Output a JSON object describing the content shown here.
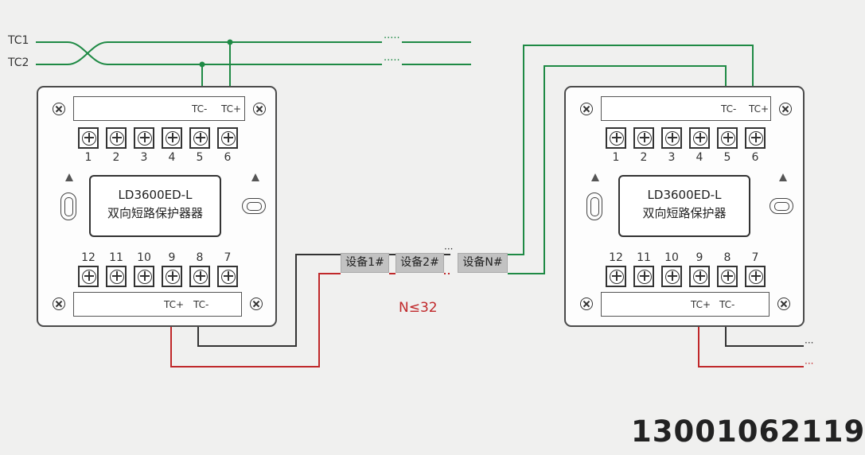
{
  "bus": {
    "tc1": "TC1",
    "tc2": "TC2",
    "ellipsis": "·····"
  },
  "modules": [
    {
      "model": "LD3600ED-L",
      "description": "双向短路保护器器",
      "top_strip": {
        "minus": "TC-",
        "plus": "TC+"
      },
      "bottom_strip": {
        "plus": "TC+",
        "minus": "TC-"
      },
      "top_terminals": [
        "1",
        "2",
        "3",
        "4",
        "5",
        "6"
      ],
      "bottom_terminals": [
        "12",
        "11",
        "10",
        "9",
        "8",
        "7"
      ]
    },
    {
      "model": "LD3600ED-L",
      "description": "双向短路保护器",
      "top_strip": {
        "minus": "TC-",
        "plus": "TC+"
      },
      "bottom_strip": {
        "plus": "TC+",
        "minus": "TC-"
      },
      "top_terminals": [
        "1",
        "2",
        "3",
        "4",
        "5",
        "6"
      ],
      "bottom_terminals": [
        "12",
        "11",
        "10",
        "9",
        "8",
        "7"
      ]
    }
  ],
  "devices": [
    {
      "label": "设备1#"
    },
    {
      "label": "设备2#"
    },
    {
      "label": "设备N#"
    }
  ],
  "device_ellipsis": "···",
  "limit": "N≤32",
  "output_ellipsis": "···",
  "phone": "13001062119",
  "colors": {
    "green": "#1f8a45",
    "black": "#333333",
    "red": "#c0282a",
    "device": "#c2c2c2"
  }
}
